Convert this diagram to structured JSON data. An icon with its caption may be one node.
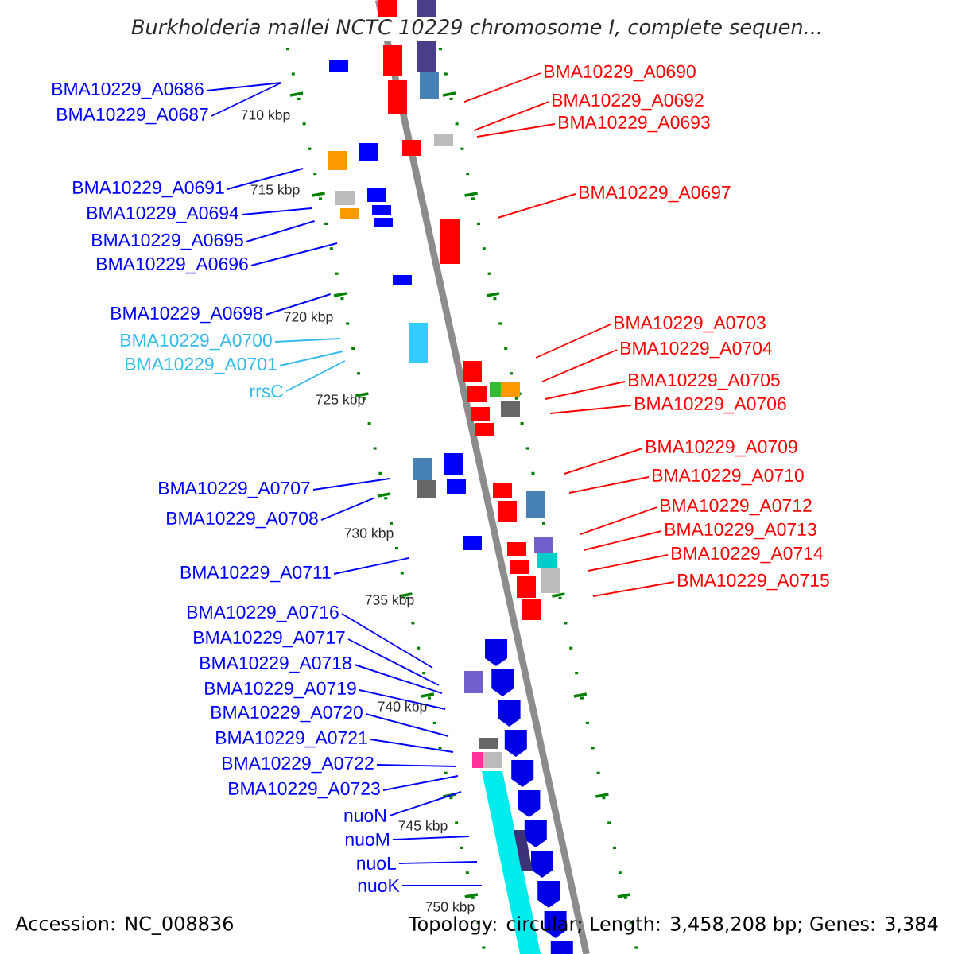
{
  "diagram": {
    "title": "Burkholderia mallei NCTC 10229 chromosome I, complete sequen...",
    "nodes": [
      {
        "text": [
          "BMA10229_A0686"
        ]
      },
      {
        "text": [
          "BMA10229_A0687"
        ]
      },
      {
        "text": [
          "BMA10229_A0691"
        ]
      },
      {
        "text": [
          "BMA10229_A0694"
        ]
      },
      {
        "text": [
          "BMA10229_A0695"
        ]
      },
      {
        "text": [
          "BMA10229_A0696"
        ]
      },
      {
        "text": [
          "BMA10229_A0698"
        ]
      },
      {
        "text": [
          "BMA10229_A0700"
        ]
      },
      {
        "text": [
          "BMA10229_A0701"
        ]
      },
      {
        "text": [
          "rrsC"
        ]
      },
      {
        "text": [
          "BMA10229_A0707"
        ]
      },
      {
        "text": [
          "BMA10229_A0708"
        ]
      },
      {
        "text": [
          "BMA10229_A0711"
        ]
      },
      {
        "text": [
          "BMA10229_A0716"
        ]
      },
      {
        "text": [
          "BMA10229_A0717"
        ]
      },
      {
        "text": [
          "BMA10229_A0718"
        ]
      },
      {
        "text": [
          "BMA10229_A0719"
        ]
      },
      {
        "text": [
          "BMA10229_A0720"
        ]
      },
      {
        "text": [
          "BMA10229_A0721"
        ]
      },
      {
        "text": [
          "BMA10229_A0722"
        ]
      },
      {
        "text": [
          "BMA10229_A0723"
        ]
      },
      {
        "text": [
          "nuoN"
        ]
      },
      {
        "text": [
          "nuoM"
        ]
      },
      {
        "text": [
          "nuoL"
        ]
      },
      {
        "text": [
          "nuoK"
        ]
      },
      {
        "text": [
          "BMA10229_A0690"
        ]
      },
      {
        "text": [
          "BMA10229_A0692"
        ]
      },
      {
        "text": [
          "BMA10229_A0693"
        ]
      },
      {
        "text": [
          "BMA10229_A0697"
        ]
      },
      {
        "text": [
          "BMA10229_A0703"
        ]
      },
      {
        "text": [
          "BMA10229_A0704"
        ]
      },
      {
        "text": [
          "BMA10229_A0705"
        ]
      },
      {
        "text": [
          "BMA10229_A0706"
        ]
      },
      {
        "text": [
          "BMA10229_A0709"
        ]
      },
      {
        "text": [
          "BMA10229_A0710"
        ]
      },
      {
        "text": [
          "BMA10229_A0712"
        ]
      },
      {
        "text": [
          "BMA10229_A0713"
        ]
      },
      {
        "text": [
          "BMA10229_A0714"
        ]
      },
      {
        "text": [
          "BMA10229_A0715"
        ]
      }
    ],
    "edges": [
      {
        "from": 0,
        "to": null,
        "arrow": "none"
      },
      {
        "from": 1,
        "to": null,
        "arrow": "none"
      },
      {
        "from": 2,
        "to": null,
        "arrow": "none"
      },
      {
        "from": 3,
        "to": null,
        "arrow": "none"
      },
      {
        "from": 4,
        "to": null,
        "arrow": "none"
      },
      {
        "from": 5,
        "to": null,
        "arrow": "none"
      },
      {
        "from": 6,
        "to": null,
        "arrow": "none"
      },
      {
        "from": 7,
        "to": null,
        "arrow": "none",
        "color": "#33bbee"
      },
      {
        "from": 8,
        "to": null,
        "arrow": "none",
        "color": "#33bbee"
      },
      {
        "from": 9,
        "to": null,
        "arrow": "none",
        "color": "#33bbee"
      },
      {
        "from": 10,
        "to": null,
        "arrow": "none"
      },
      {
        "from": 11,
        "to": null,
        "arrow": "none"
      },
      {
        "from": 12,
        "to": null,
        "arrow": "none"
      },
      {
        "from": 13,
        "to": null,
        "arrow": "none"
      },
      {
        "from": 14,
        "to": null,
        "arrow": "none"
      },
      {
        "from": 15,
        "to": null,
        "arrow": "none"
      },
      {
        "from": 16,
        "to": null,
        "arrow": "none"
      },
      {
        "from": 17,
        "to": null,
        "arrow": "none"
      },
      {
        "from": 18,
        "to": null,
        "arrow": "none"
      },
      {
        "from": 19,
        "to": null,
        "arrow": "none"
      },
      {
        "from": 20,
        "to": null,
        "arrow": "none"
      },
      {
        "from": 21,
        "to": null,
        "arrow": "none"
      },
      {
        "from": 22,
        "to": null,
        "arrow": "none"
      },
      {
        "from": 23,
        "to": null,
        "arrow": "none"
      },
      {
        "from": 24,
        "to": null,
        "arrow": "none"
      },
      {
        "from": 25,
        "to": null,
        "arrow": "none",
        "color": "#ff0000"
      },
      {
        "from": 26,
        "to": null,
        "arrow": "none",
        "color": "#ff0000"
      },
      {
        "from": 27,
        "to": null,
        "arrow": "none",
        "color": "#ff0000"
      },
      {
        "from": 28,
        "to": null,
        "arrow": "none",
        "color": "#ff0000"
      },
      {
        "from": 29,
        "to": null,
        "arrow": "none",
        "color": "#ff0000"
      },
      {
        "from": 30,
        "to": null,
        "arrow": "none",
        "color": "#ff0000"
      },
      {
        "from": 31,
        "to": null,
        "arrow": "none",
        "color": "#ff0000"
      },
      {
        "from": 32,
        "to": null,
        "arrow": "none",
        "color": "#ff0000"
      },
      {
        "from": 33,
        "to": null,
        "arrow": "none",
        "color": "#ff0000"
      },
      {
        "from": 34,
        "to": null,
        "arrow": "none",
        "color": "#ff0000"
      },
      {
        "from": 35,
        "to": null,
        "arrow": "none",
        "color": "#ff0000"
      },
      {
        "from": 36,
        "to": null,
        "arrow": "none",
        "color": "#ff0000"
      },
      {
        "from": 37,
        "to": null,
        "arrow": "none",
        "color": "#ff0000"
      },
      {
        "from": 38,
        "to": null,
        "arrow": "none",
        "color": "#ff0000"
      }
    ],
    "labels": [
      "710 kbp",
      "715 kbp",
      "720 kbp",
      "725 kbp",
      "730 kbp",
      "735 kbp",
      "740 kbp",
      "745 kbp",
      "750 kbp",
      "Accession: NC_008836",
      "Topology: circular; Length: 3,458,208 bp; Genes: 3,384"
    ]
  }
}
